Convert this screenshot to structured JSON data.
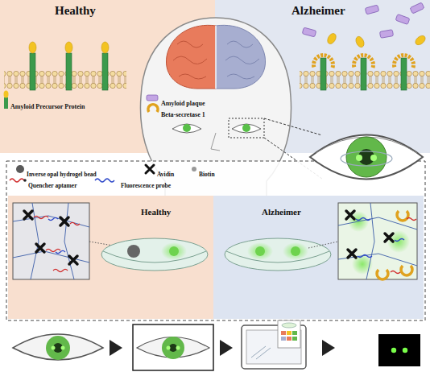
{
  "diagram": {
    "nodes": [
      {
        "text": [
          "Healthy"
        ]
      },
      {
        "text": [
          "Alzheimer"
        ]
      },
      {
        "text": [
          "Healthy"
        ]
      },
      {
        "text": [
          "Alzheimer"
        ]
      }
    ],
    "legend": [
      {
        "text": "Amyloid Precursor Protein"
      },
      {
        "text": "Amyloid plaque"
      },
      {
        "text": "Beta-secretase 1"
      },
      {
        "text": "Inverse opal hydrogel bead"
      },
      {
        "text": "Avidin"
      },
      {
        "text": "Biotin"
      },
      {
        "text": "Quencher aptamer"
      },
      {
        "text": "Fluorescence probe"
      }
    ]
  }
}
